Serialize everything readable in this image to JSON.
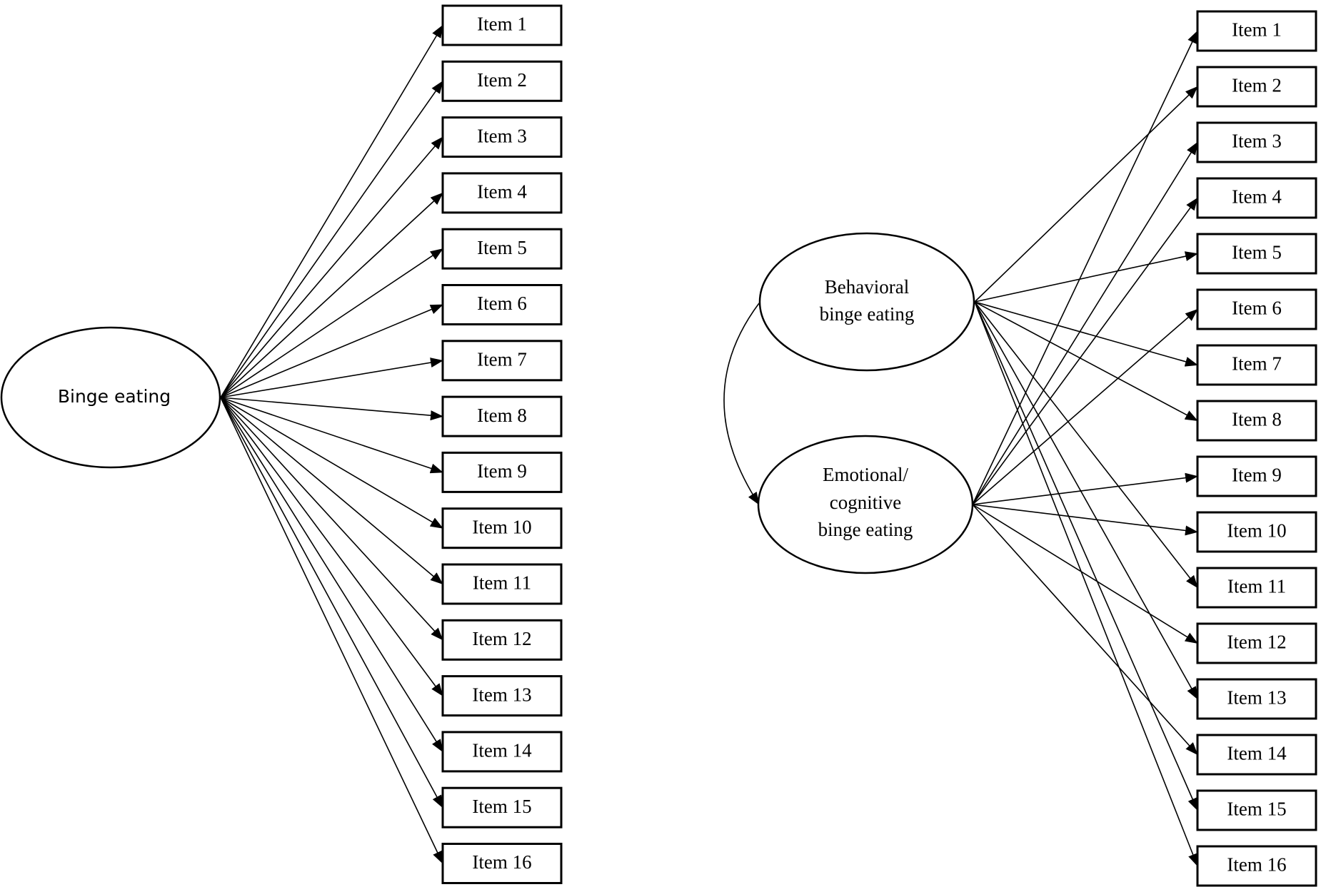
{
  "models": [
    {
      "factors": [
        {
          "label_lines": [
            "Binge eating"
          ]
        }
      ],
      "items": [
        "Item 1",
        "Item 2",
        "Item 3",
        "Item 4",
        "Item 5",
        "Item 6",
        "Item 7",
        "Item 8",
        "Item 9",
        "Item 10",
        "Item 11",
        "Item 12",
        "Item 13",
        "Item 14",
        "Item 15",
        "Item 16"
      ],
      "loadings": [
        {
          "factor": 0,
          "items": [
            1,
            2,
            3,
            4,
            5,
            6,
            7,
            8,
            9,
            10,
            11,
            12,
            13,
            14,
            15,
            16
          ]
        }
      ]
    },
    {
      "factors": [
        {
          "label_lines": [
            "Behavioral",
            "binge eating"
          ]
        },
        {
          "label_lines": [
            "Emotional/",
            "cognitive",
            "binge eating"
          ]
        }
      ],
      "items": [
        "Item 1",
        "Item 2",
        "Item 3",
        "Item 4",
        "Item 5",
        "Item 6",
        "Item 7",
        "Item 8",
        "Item 9",
        "Item 10",
        "Item 11",
        "Item 12",
        "Item 13",
        "Item 14",
        "Item 15",
        "Item 16"
      ],
      "loadings": [
        {
          "factor": 0,
          "items": [
            2,
            5,
            7,
            8,
            11,
            13,
            15,
            16
          ]
        },
        {
          "factor": 1,
          "items": [
            1,
            3,
            4,
            6,
            9,
            10,
            12,
            14
          ]
        }
      ],
      "factor_correlation": true
    }
  ]
}
